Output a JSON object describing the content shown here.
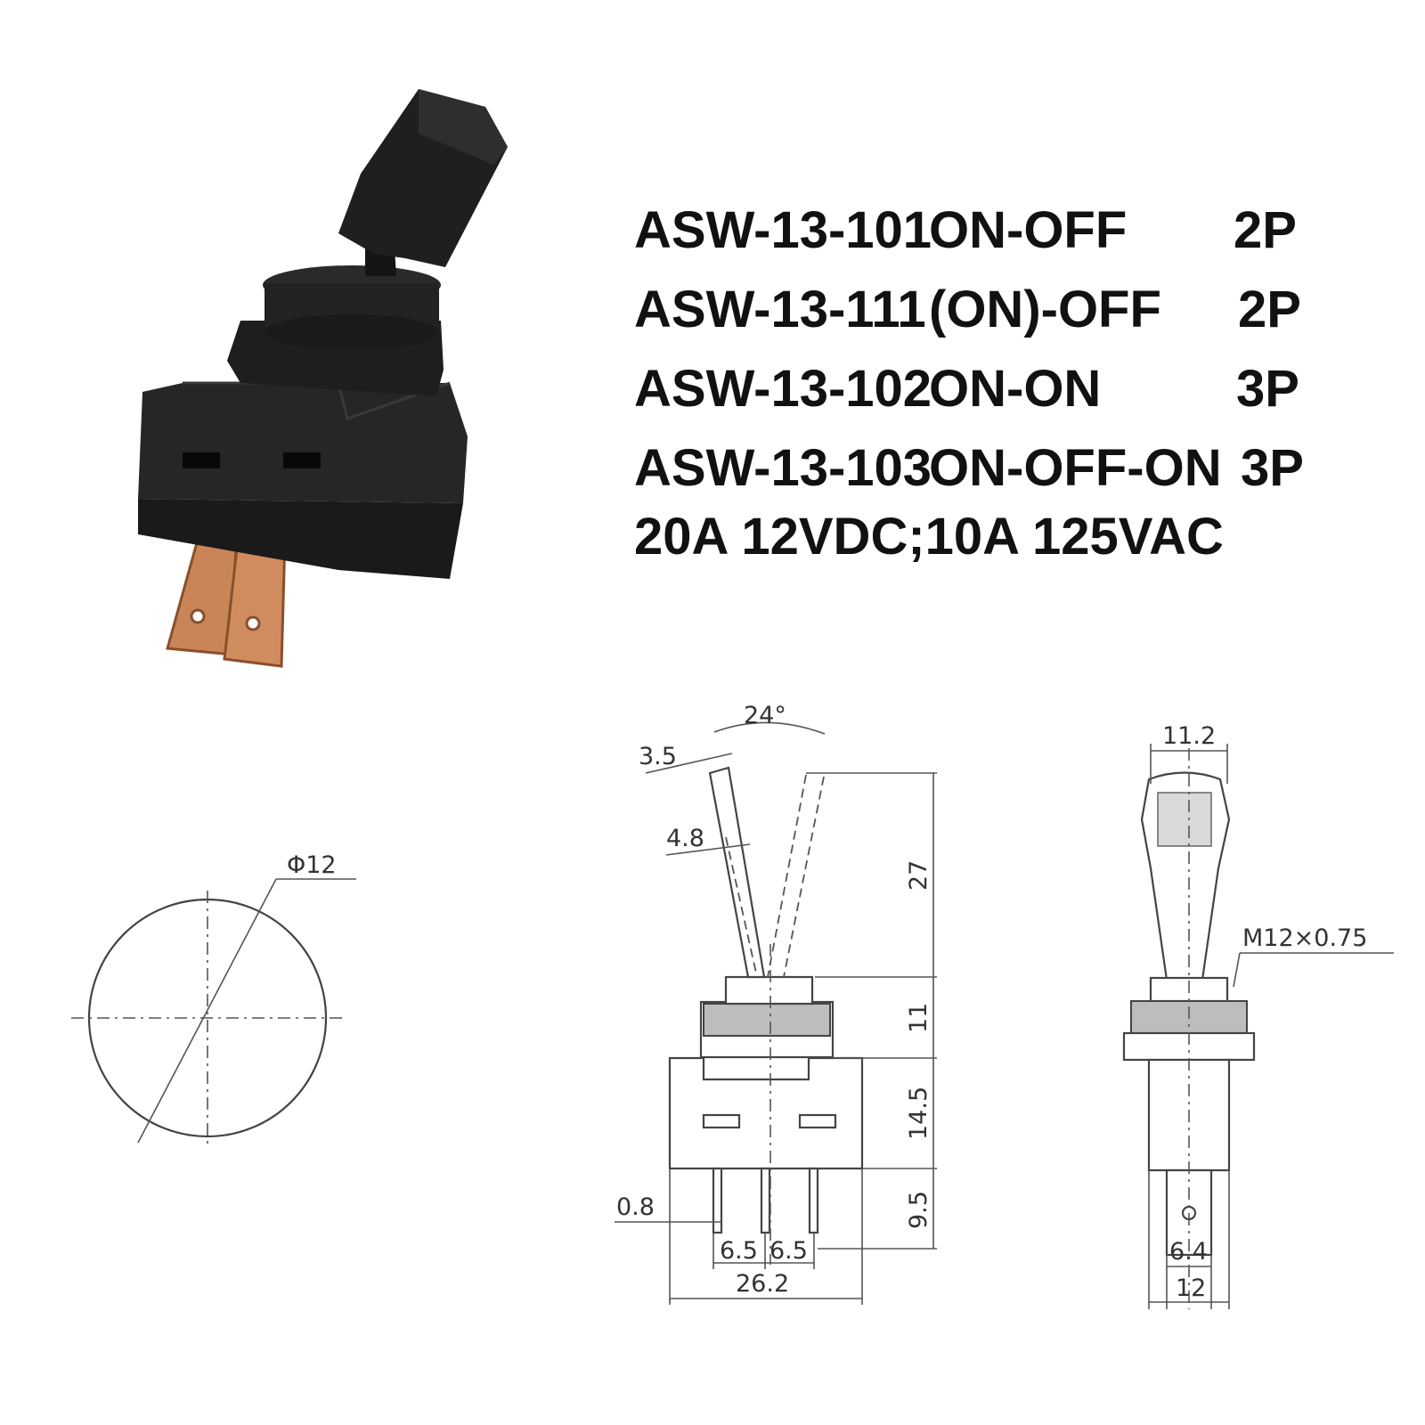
{
  "specs": {
    "lines": [
      {
        "model": "ASW-13-101",
        "function": "ON-OFF",
        "poles": "2P"
      },
      {
        "model": "ASW-13-111",
        "function": "(ON)-OFF",
        "poles": "2P"
      },
      {
        "model": "ASW-13-102",
        "function": "ON-ON",
        "poles": "3P"
      },
      {
        "model": "ASW-13-103",
        "function": "ON-OFF-ON",
        "poles": "3P"
      }
    ],
    "rating": "20A 12VDC;10A 125VAC"
  },
  "dimensions": {
    "diameter": "Φ12",
    "angle": "24°",
    "lever_tip": "3.5",
    "lever_width": "4.8",
    "lever_height": "27",
    "bushing_height": "11",
    "body_height": "14.5",
    "terminal_length": "9.5",
    "terminal_thickness": "0.8",
    "pitch_left": "6.5",
    "pitch_right": "6.5",
    "body_width": "26.2",
    "knob_width": "11.2",
    "thread": "M12×0.75",
    "terminal_width": "6.4",
    "side_width": "12"
  },
  "colors": {
    "switch_body": "#1c1c1c",
    "terminal": "#c07a4a"
  }
}
